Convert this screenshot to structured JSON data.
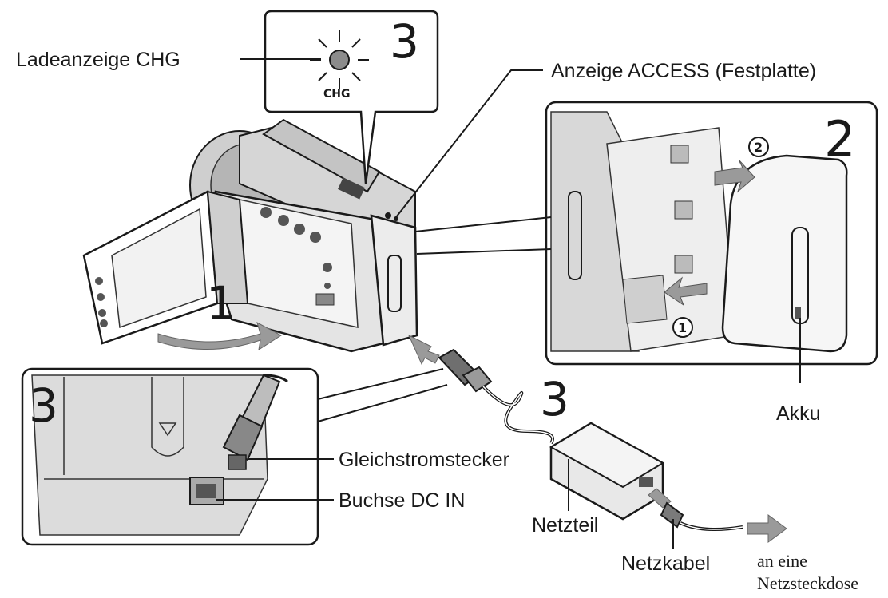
{
  "labels": {
    "charge_lamp": "Ladeanzeige CHG",
    "access_lamp": "Anzeige ACCESS (Festplatte)",
    "battery": "Akku",
    "dc_plug": "Gleichstromstecker",
    "dc_in_jack": "Buchse DC IN",
    "adapter": "Netzteil",
    "power_cord": "Netzkabel",
    "outlet_line1": "an eine",
    "outlet_line2": "Netzsteckdose",
    "chg_text": "CHG"
  },
  "steps": {
    "open_lcd": "1",
    "insert_battery": "2",
    "charge_callout": "3",
    "dc_callout": "3",
    "adapter_step": "3"
  },
  "battery_steps": {
    "first": "1",
    "second": "2"
  },
  "colors": {
    "line": "#1a1a1a",
    "body_gray": "#d8d8d8",
    "dark_gray": "#8c8c8c",
    "arrow_gray": "#9a9a9a"
  }
}
